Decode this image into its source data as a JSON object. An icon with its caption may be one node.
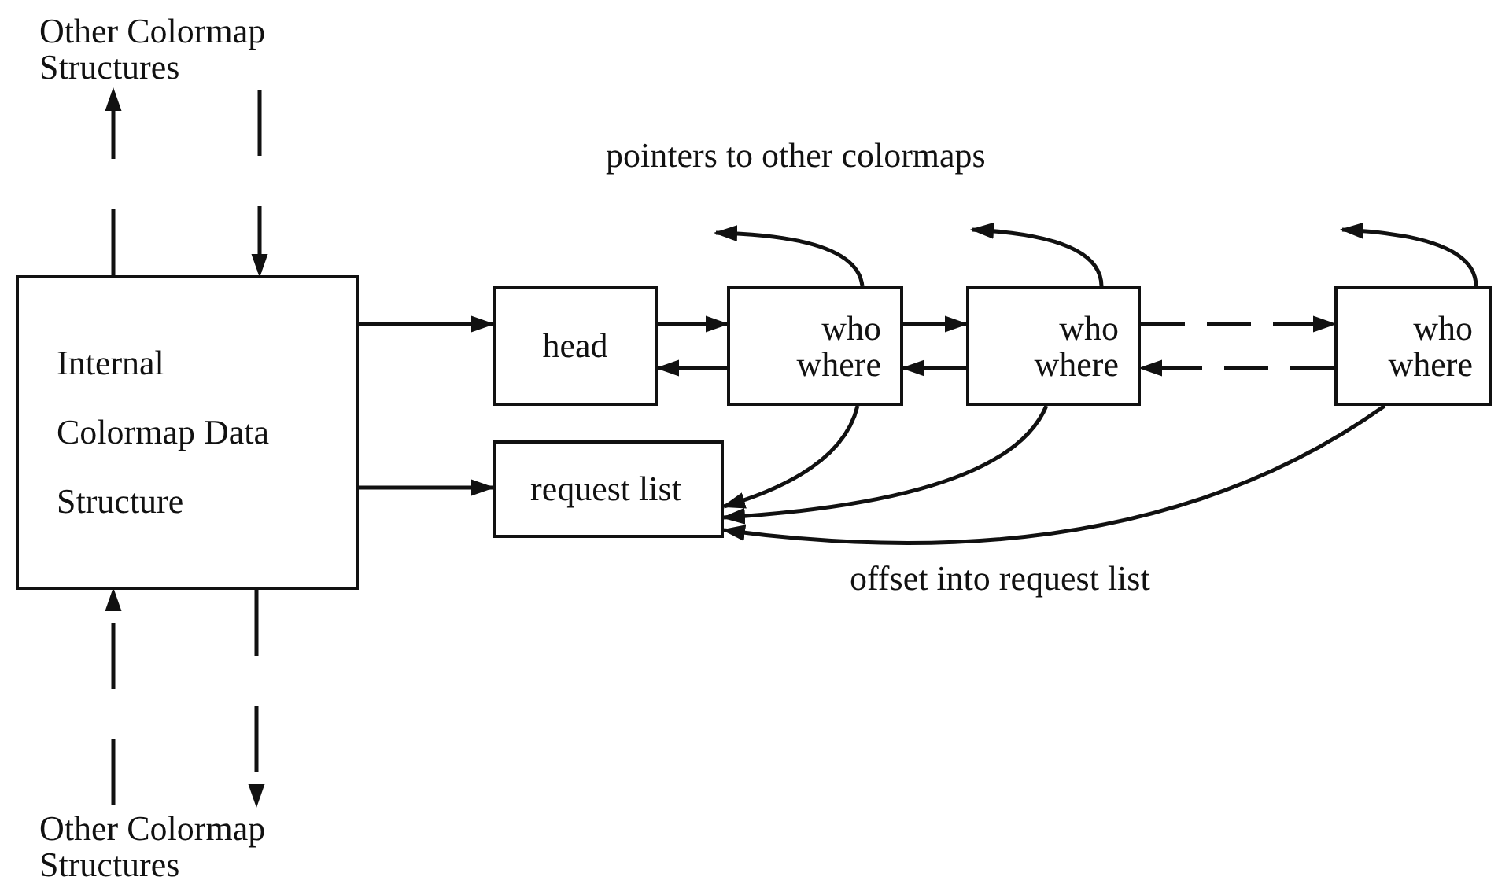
{
  "diagram": {
    "nodes": [
      {
        "text": [
          "Other Colormap Structures"
        ]
      },
      {
        "text": [
          "Internal Colormap Data Structure"
        ]
      },
      {
        "text": [
          "head"
        ]
      },
      {
        "text": [
          "who where"
        ]
      },
      {
        "text": [
          "who where"
        ]
      },
      {
        "text": [
          "who where"
        ]
      },
      {
        "text": [
          "request list"
        ]
      },
      {
        "text": [
          "Other Colormap Structures"
        ]
      }
    ],
    "edges": [
      {
        "from": 1,
        "to": 0,
        "arrow": "to",
        "style": "dashed"
      },
      {
        "from": 0,
        "to": 1,
        "arrow": "to",
        "style": "dashed"
      },
      {
        "from": 7,
        "to": 1,
        "arrow": "to",
        "style": "dashed"
      },
      {
        "from": 1,
        "to": 7,
        "arrow": "to",
        "style": "dashed"
      },
      {
        "from": 1,
        "to": 2,
        "arrow": "to"
      },
      {
        "from": 1,
        "to": 6,
        "arrow": "to"
      },
      {
        "from": 2,
        "to": 3,
        "arrow": "to"
      },
      {
        "from": 3,
        "to": 2,
        "arrow": "to"
      },
      {
        "from": 3,
        "to": 4,
        "arrow": "to"
      },
      {
        "from": 4,
        "to": 3,
        "arrow": "to"
      },
      {
        "from": 4,
        "to": 5,
        "arrow": "to",
        "style": "dashed"
      },
      {
        "from": 5,
        "to": 4,
        "arrow": "to",
        "style": "dashed"
      },
      {
        "from": 3,
        "to": 6,
        "arrow": "to"
      },
      {
        "from": 4,
        "to": 6,
        "arrow": "to"
      },
      {
        "from": 5,
        "to": 6,
        "arrow": "to"
      },
      {
        "from": 3,
        "to": null,
        "arrow": "to"
      },
      {
        "from": 4,
        "to": null,
        "arrow": "to"
      },
      {
        "from": 5,
        "to": null,
        "arrow": "to"
      }
    ],
    "labels": [
      "pointers to other colormaps",
      "offset into request list"
    ]
  }
}
